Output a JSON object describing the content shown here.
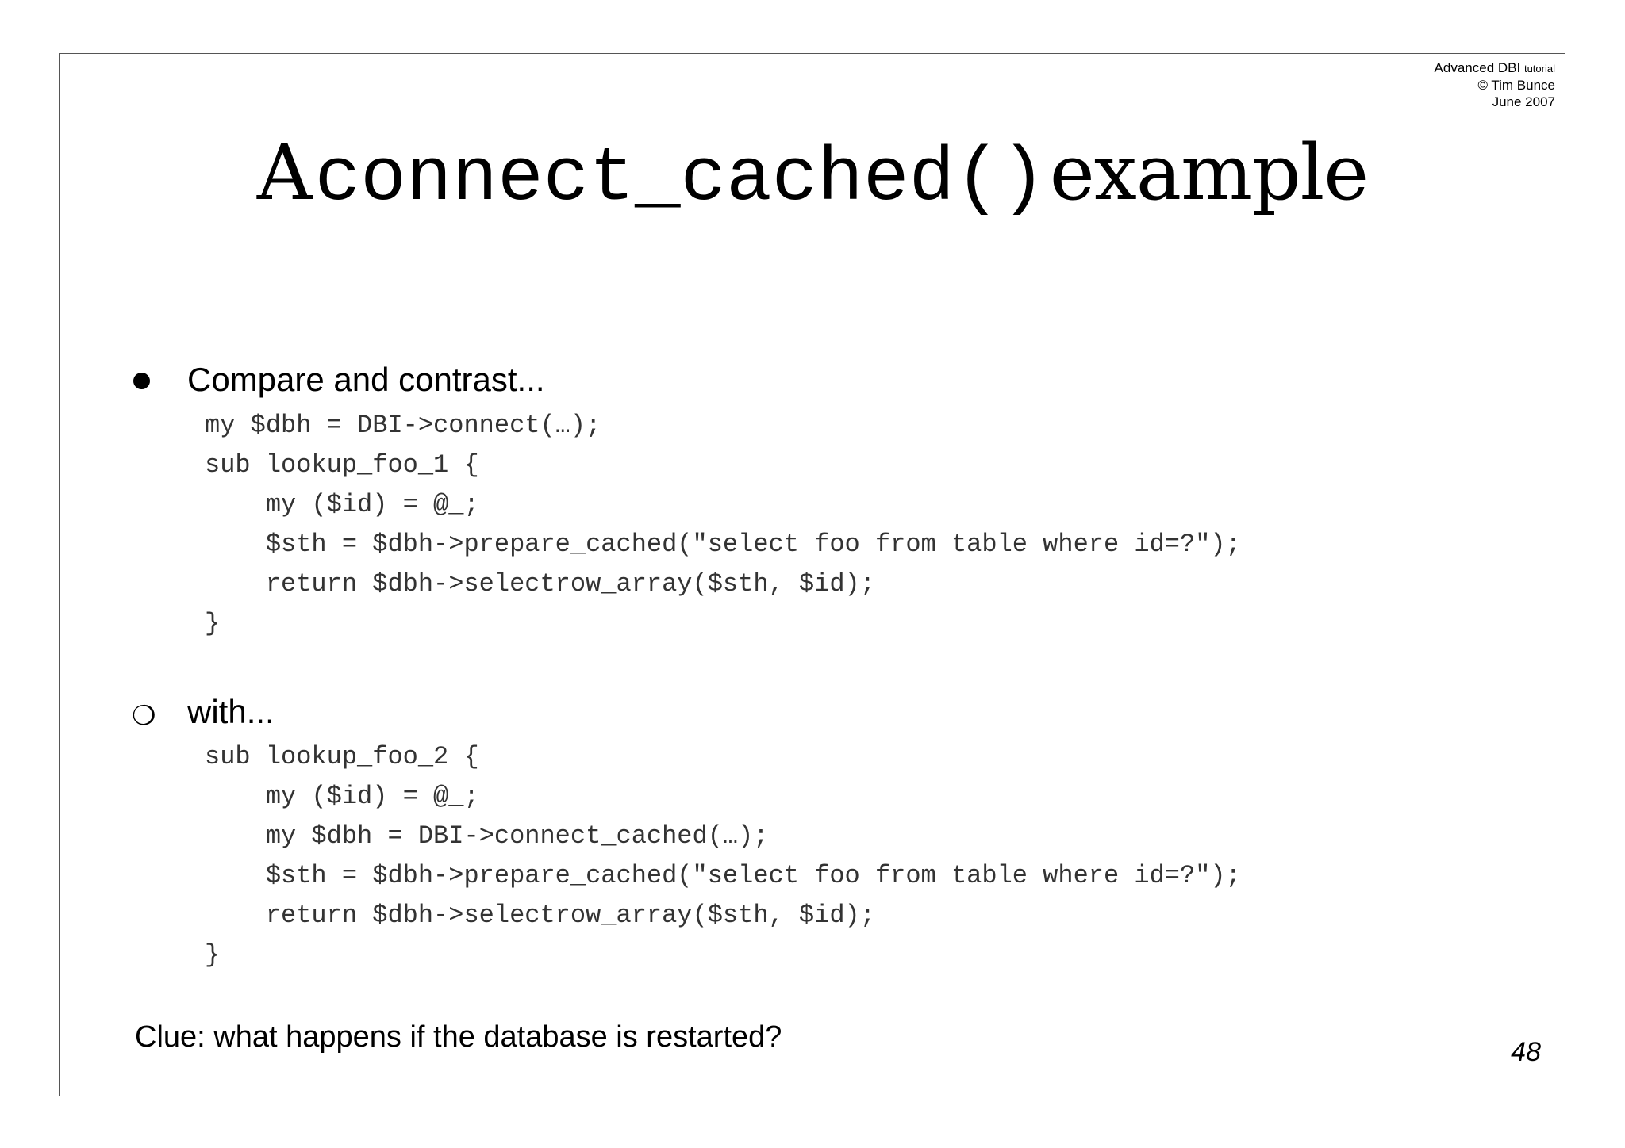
{
  "header": {
    "line1_main": "Advanced DBI",
    "line1_small": "tutorial",
    "line2": "© Tim Bunce",
    "line3": "June 2007"
  },
  "title": {
    "prefix": "A",
    "code": "connect_cached()",
    "suffix": "example"
  },
  "bullets": [
    {
      "marker": "filled-circle",
      "text": "Compare and contrast...",
      "code": [
        "my $dbh = DBI->connect(…);",
        "sub lookup_foo_1 {",
        "    my ($id) = @_;",
        "    $sth = $dbh->prepare_cached(\"select foo from table where id=?\");",
        "    return $dbh->selectrow_array($sth, $id);",
        "}"
      ]
    },
    {
      "marker": "❍",
      "text": "with...",
      "code": [
        "sub lookup_foo_2 {",
        "    my ($id) = @_;",
        "    my $dbh = DBI->connect_cached(…);",
        "    $sth = $dbh->prepare_cached(\"select foo from table where id=?\");",
        "    return $dbh->selectrow_array($sth, $id);",
        "}"
      ]
    }
  ],
  "clue": "Clue: what happens if the database is restarted?",
  "page_number": "48"
}
